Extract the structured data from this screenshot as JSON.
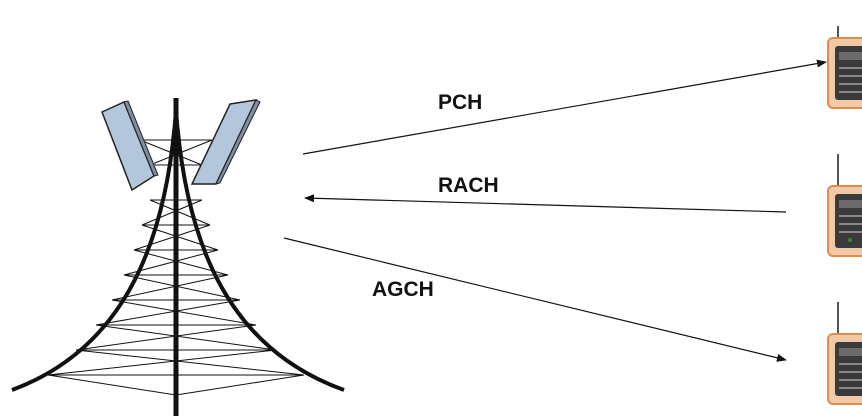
{
  "channels": [
    {
      "label": "PCH",
      "direction": "downlink"
    },
    {
      "label": "RACH",
      "direction": "uplink"
    },
    {
      "label": "AGCH",
      "direction": "downlink"
    }
  ],
  "devices": [
    "handset",
    "handset",
    "handset"
  ],
  "colors": {
    "panel_fill": "#b4c6dc",
    "handset_body": "#f2c9a6",
    "handset_edge": "#e08c4a",
    "handset_screen": "#3a3a3a",
    "line": "#111111"
  }
}
